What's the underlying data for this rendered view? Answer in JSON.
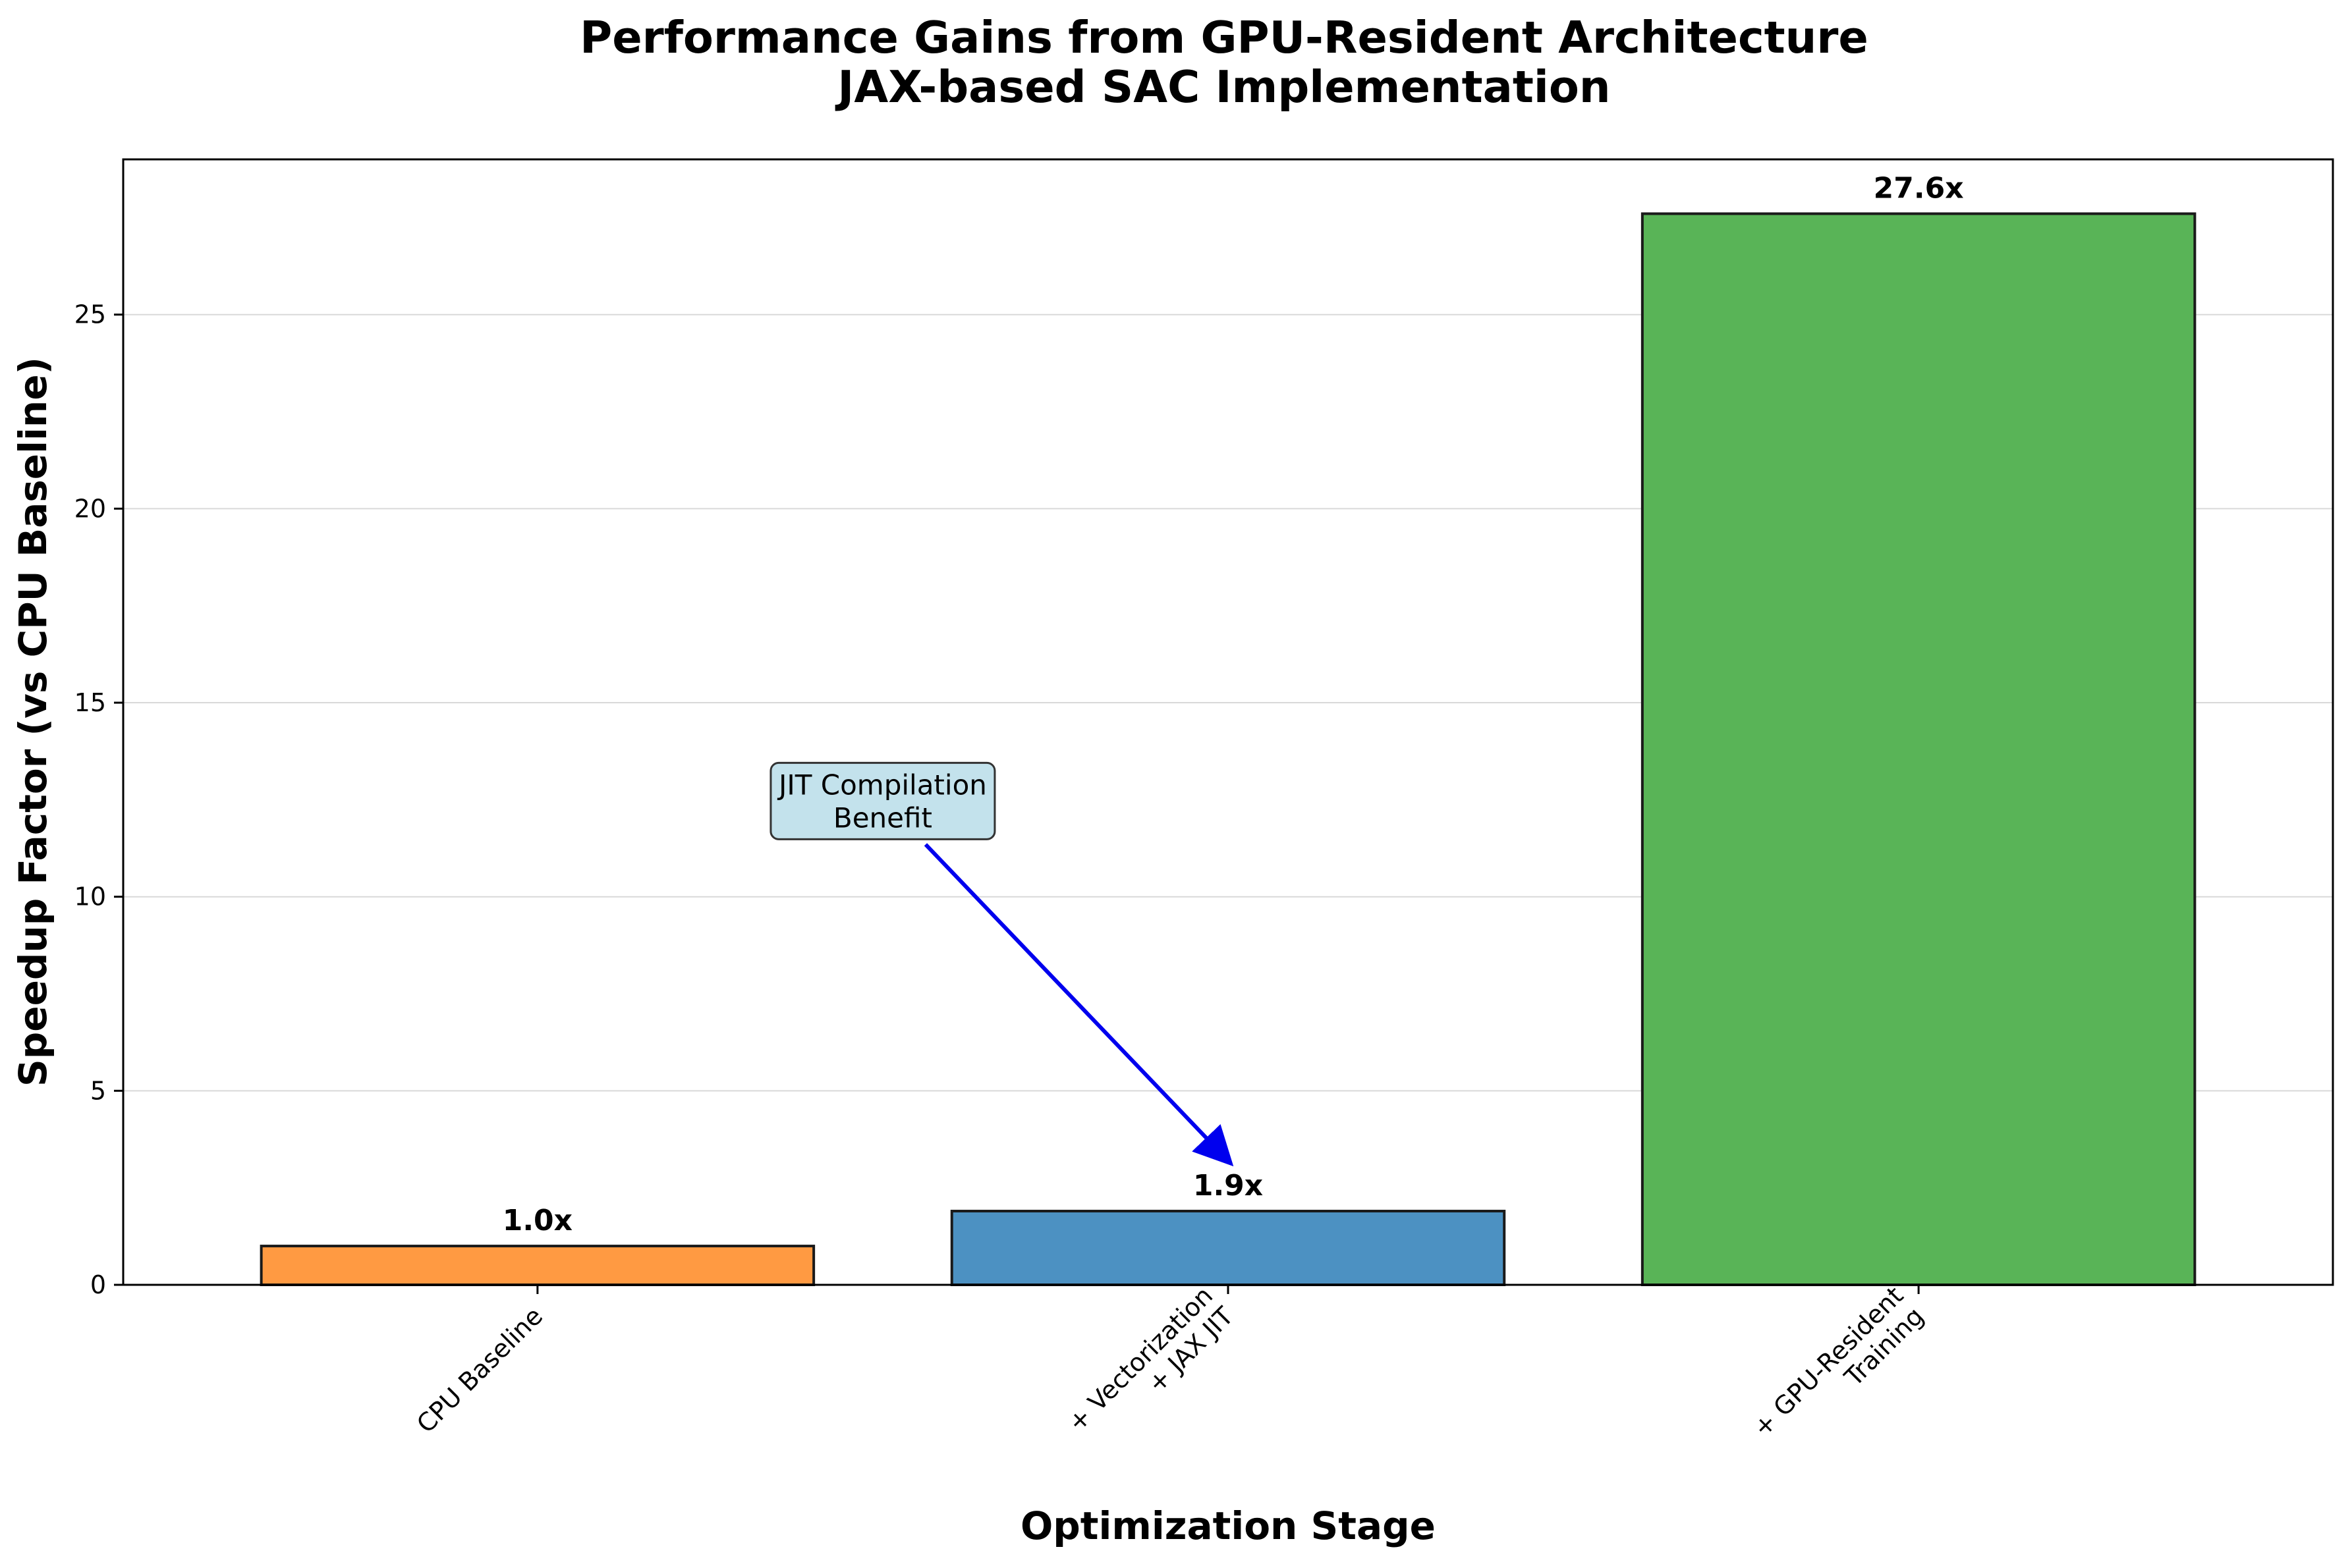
{
  "chart_data": {
    "type": "bar",
    "title_lines": [
      "Performance Gains from GPU-Resident Architecture",
      "JAX-based SAC Implementation"
    ],
    "xlabel": "Optimization Stage",
    "ylabel": "Speedup Factor (vs CPU Baseline)",
    "categories": [
      [
        "CPU Baseline"
      ],
      [
        "+ Vectorization",
        "+ JAX JIT"
      ],
      [
        "+ GPU-Resident",
        "Training"
      ]
    ],
    "values": [
      1.0,
      1.9,
      27.6
    ],
    "value_labels": [
      "1.0x",
      "1.9x",
      "27.6x"
    ],
    "colors": [
      "#ff9a42",
      "#4c91c2",
      "#59b457"
    ],
    "ylim": [
      0,
      29.0
    ],
    "yticks": [
      0,
      5,
      10,
      15,
      20,
      25
    ],
    "grid": "y",
    "legend": "none",
    "annotation": {
      "text_lines": [
        "JIT Compilation",
        "Benefit"
      ],
      "text_xy": [
        0.5,
        12.5
      ],
      "arrow_to": [
        1.0,
        3.2
      ],
      "box_color": "#c3e2ec",
      "arrow_color": "#0000ee"
    }
  }
}
